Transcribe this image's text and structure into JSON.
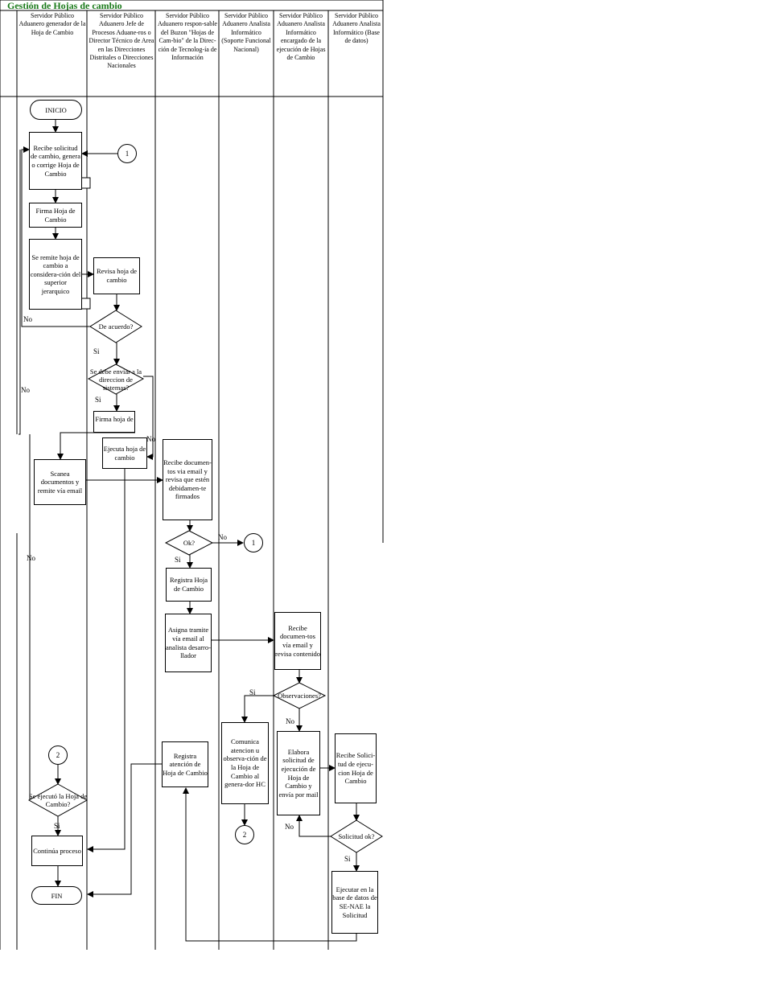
{
  "title": "Gestión de Hojas de cambio",
  "lanes": [
    "Servidor Público Aduanero generador de la Hoja de Cambio",
    "Servidor Público Aduanero Jefe de Procesos Aduane-ros  o Director Técnico de Area en las Direcciones Distritales o Direcciones Nacionales",
    "Servidor Público Aduanero respon-sable del Buzon \"Hojas de Cam-bio\" de la Direc-ción de Tecnolog-ía de Información",
    "Servidor Público Aduanero Analista Informático (Soporte Funcional Nacional)",
    "Servidor Público Aduanero Analista Informático encargado de la ejecución de Hojas de Cambio",
    "Servidor Público Aduanero Analista Informático (Base de datos)"
  ],
  "nodes": {
    "inicio": "INICIO",
    "recibe_solicitud": "Recibe solicitud de cambio, genera o corrige Hoja de Cambio",
    "firma_hoja": "Firma Hoja de Cambio",
    "se_remite": "Se remite hoja de cambio a considera-ción del superior jerarquico",
    "revisa_hoja": "Revisa hoja de cambio",
    "de_acuerdo": "De acuerdo?",
    "se_debe_enviar": "Se debe enviar a la direccion de sistemas?",
    "firma_hoja_2": "Firma hoja de",
    "ejecuta_hoja": "Ejecuta hoja de cambio",
    "scanea": "Scanea documentos y remite vía email",
    "recibe_docs": "Recibe documen-tos via email y revisa que estén debidamen-te firmados",
    "ok": "Ok?",
    "registra_hoja": "Registra Hoja de Cambio",
    "asigna_tramite": "Asigna tramite vía email al analista desarro-llador",
    "recibe_docs_2": "Recibe documen-tos vía email y revisa contenido",
    "observaciones": "Observaciones?",
    "comunica": "Comunica atencion u observa-ción de la Hoja de Cambio al genera-dor HC",
    "elabora": "Elabora solicitud de ejecución de Hoja de Cambio y envía por mail",
    "recibe_solicitud_ejec": "Recibe Solici-tud de ejecu-cion Hoja de Cambio",
    "solicitud_ok": "Solicitud ok?",
    "ejecutar": "Ejecutar en la base de datos de SE-NAE la Solicitud",
    "registra_atencion": "Registra atención de Hoja de Cambio",
    "se_ejecuto": "Se ejecutó la Hoja de Cambio?",
    "continua": "Continúa proceso",
    "fin": "FIN",
    "connector_1a": "1",
    "connector_1b": "1",
    "connector_2a": "2",
    "connector_2b": "2"
  },
  "labels": {
    "no_1": "No",
    "si_1": "Si",
    "no_2": "No",
    "si_2": "Si",
    "no_3": "No",
    "no_4": "No",
    "no_5": "No",
    "si_3": "Si",
    "si_4": "Si",
    "no_6": "No",
    "no_7": "No",
    "si_5": "Si",
    "si_6": "Si"
  },
  "colors": {
    "title": "#1a7a1a",
    "line": "#000000"
  }
}
